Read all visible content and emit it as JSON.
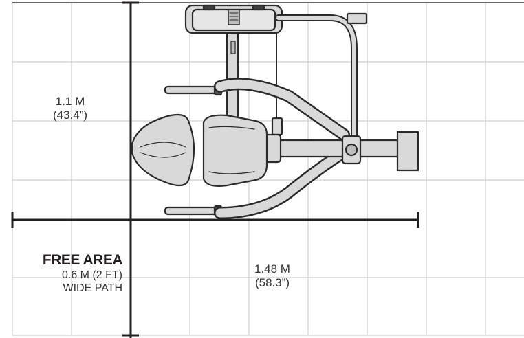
{
  "dimensions": {
    "depth": {
      "metric": "1.1 M",
      "imperial": "(43.4”)"
    },
    "width": {
      "metric": "1.48 M",
      "imperial": "(58.3”)"
    }
  },
  "free_area": {
    "title": "FREE AREA",
    "size": "0.6 M (2 FT)",
    "note": "WIDE PATH"
  },
  "colors": {
    "grid": "#c8c8c8",
    "dimension_line": "#231f20",
    "machine_fill": "#d9d9d9",
    "machine_stroke": "#2b2b2b"
  }
}
